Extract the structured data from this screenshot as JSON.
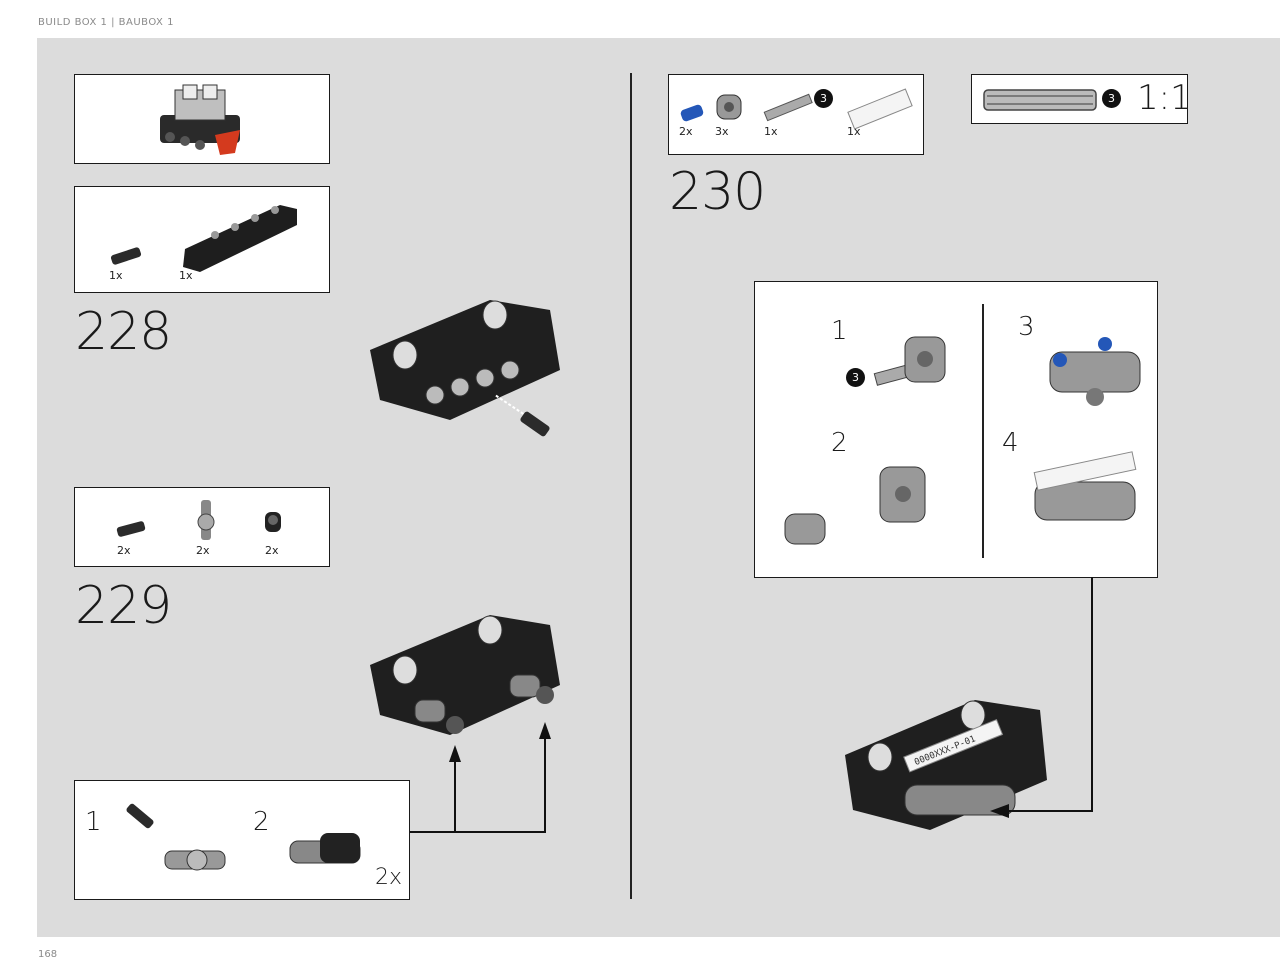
{
  "header": {
    "book_label": "BUILD BOX 1  |  BAUBOX 1"
  },
  "footer": {
    "page_number": "168"
  },
  "steps": {
    "s228": {
      "number": "228",
      "parts": [
        {
          "qty": "1x"
        },
        {
          "qty": "1x"
        }
      ]
    },
    "s229": {
      "number": "229",
      "parts": [
        {
          "qty": "2x"
        },
        {
          "qty": "2x"
        },
        {
          "qty": "2x"
        }
      ],
      "callout": {
        "sub1": "1",
        "sub2": "2",
        "multiplier": "2x"
      }
    },
    "s230": {
      "number": "230",
      "parts": [
        {
          "qty": "2x"
        },
        {
          "qty": "3x"
        },
        {
          "qty": "1x"
        },
        {
          "qty": "1x"
        }
      ],
      "length_badge": "3",
      "callout": {
        "sub1": "1",
        "sub2": "2",
        "sub3": "3",
        "sub4": "4",
        "axle_badge": "3"
      }
    }
  },
  "scale_box": {
    "badge": "3",
    "label": "1:1"
  },
  "tile_text": "0000XXX-P-01"
}
